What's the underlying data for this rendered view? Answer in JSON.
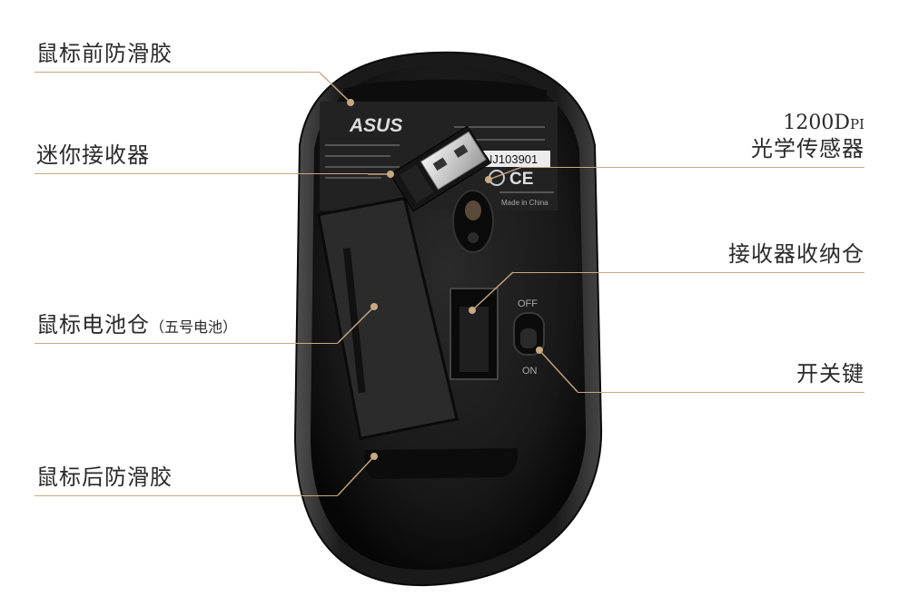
{
  "colors": {
    "leader": "#c9a883",
    "text": "#2a2a2a",
    "mouse_body": "#1b1b1b"
  },
  "labels": {
    "front_pad": "鼠标前防滑胶",
    "mini_receiver": "迷你接收器",
    "battery_bay": "鼠标电池仓",
    "battery_bay_note": "（五号电池）",
    "rear_pad": "鼠标后防滑胶",
    "sensor_dpi_num": "1200D",
    "sensor_dpi_unit": "PI",
    "sensor": "光学传感器",
    "receiver_storage": "接收器收纳仓",
    "power_switch": "开关键"
  },
  "mouse": {
    "brand": "ASUS",
    "serial": "NJ103901",
    "switch_off": "OFF",
    "switch_on": "ON",
    "made_in": "Made in China"
  }
}
